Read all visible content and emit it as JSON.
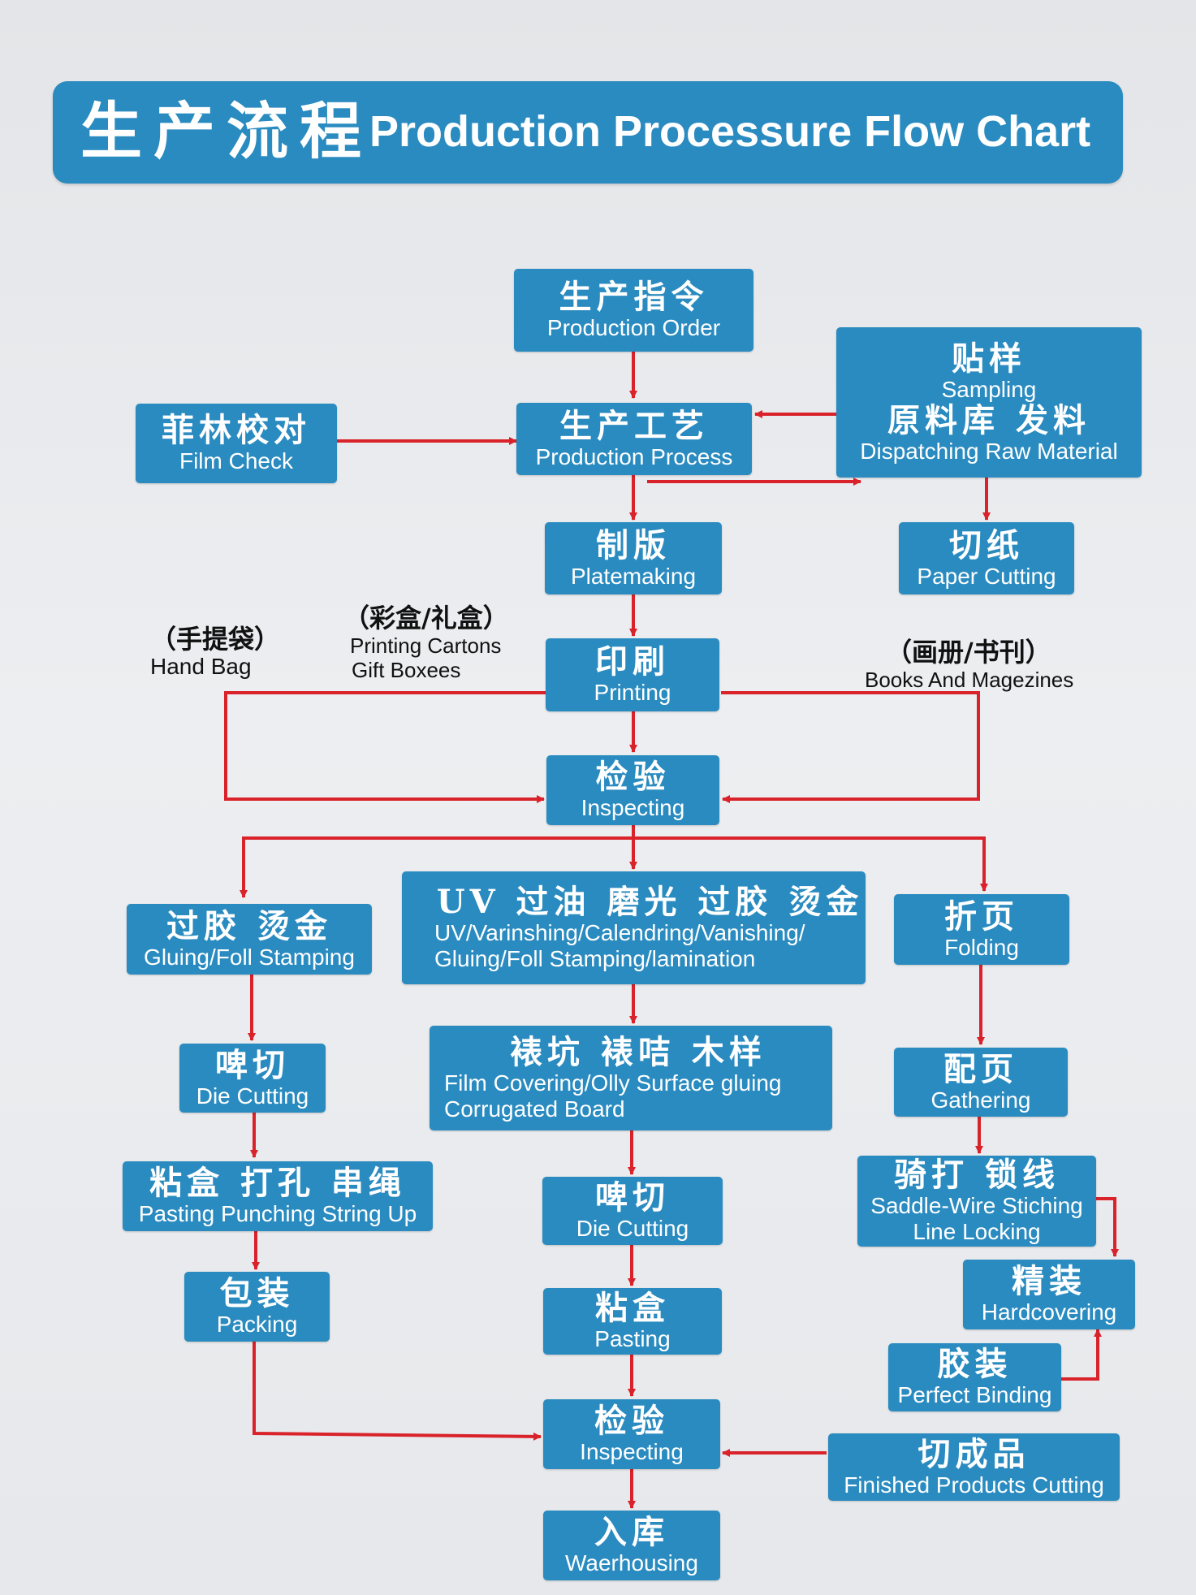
{
  "title": {
    "cn": "生产流程",
    "en": "Production Processure Flow Chart"
  },
  "colors": {
    "box": "#2a8bc0",
    "arrow": "#d9222a",
    "text": "#ffffff"
  },
  "nodes": {
    "production_order": {
      "cn": "生产指令",
      "en": "Production Order"
    },
    "sampling": {
      "cn": "贴样",
      "en": "Sampling",
      "cn2": "原料库 发料",
      "en2": "Dispatching Raw Material"
    },
    "film_check": {
      "cn": "菲林校对",
      "en": "Film Check"
    },
    "production_process": {
      "cn": "生产工艺",
      "en": "Production Process"
    },
    "platemaking": {
      "cn": "制版",
      "en": "Platemaking"
    },
    "paper_cutting": {
      "cn": "切纸",
      "en": "Paper Cutting"
    },
    "printing": {
      "cn": "印刷",
      "en": "Printing"
    },
    "inspecting_top": {
      "cn": "检验",
      "en": "Inspecting"
    },
    "gluing_foil": {
      "cn": "过胶 烫金",
      "en": "Gluing/Foll Stamping"
    },
    "uv_center": {
      "cn": "UV 过油 磨光 过胶 烫金",
      "en": "UV/Varinshing/Calendring/Vanishing/",
      "en2": "Gluing/Foll Stamping/lamination"
    },
    "folding": {
      "cn": "折页",
      "en": "Folding"
    },
    "die_cutting_left": {
      "cn": "啤切",
      "en": "Die Cutting"
    },
    "film_covering": {
      "cn": "裱坑 裱咭 木样",
      "en": "Film Covering/Olly Surface gluing",
      "en2": "Corrugated Board"
    },
    "gathering": {
      "cn": "配页",
      "en": "Gathering"
    },
    "pasting_punching": {
      "cn": "粘盒 打孔 串绳",
      "en": "Pasting Punching String Up"
    },
    "die_cutting_center": {
      "cn": "啤切",
      "en": "Die Cutting"
    },
    "saddle_wire": {
      "cn": "骑打 锁线",
      "en": "Saddle-Wire Stiching",
      "en2": "Line Locking"
    },
    "hardcovering": {
      "cn": "精装",
      "en": "Hardcovering"
    },
    "packing": {
      "cn": "包装",
      "en": "Packing"
    },
    "pasting": {
      "cn": "粘盒",
      "en": "Pasting"
    },
    "perfect_binding": {
      "cn": "胶装",
      "en": "Perfect Binding"
    },
    "inspecting_bottom": {
      "cn": "检验",
      "en": "Inspecting"
    },
    "finished_cutting": {
      "cn": "切成品",
      "en": "Finished Products Cutting"
    },
    "warehousing": {
      "cn": "入库",
      "en": "Waerhousing"
    }
  },
  "branch_labels": {
    "hand_bag": {
      "cn": "（手提袋）",
      "en": "Hand Bag"
    },
    "cartons": {
      "cn": "（彩盒/礼盒）",
      "en": "Printing Cartons",
      "en2": "Gift Boxees"
    },
    "books": {
      "cn": "（画册/书刊）",
      "en": "Books And Magezines"
    }
  }
}
